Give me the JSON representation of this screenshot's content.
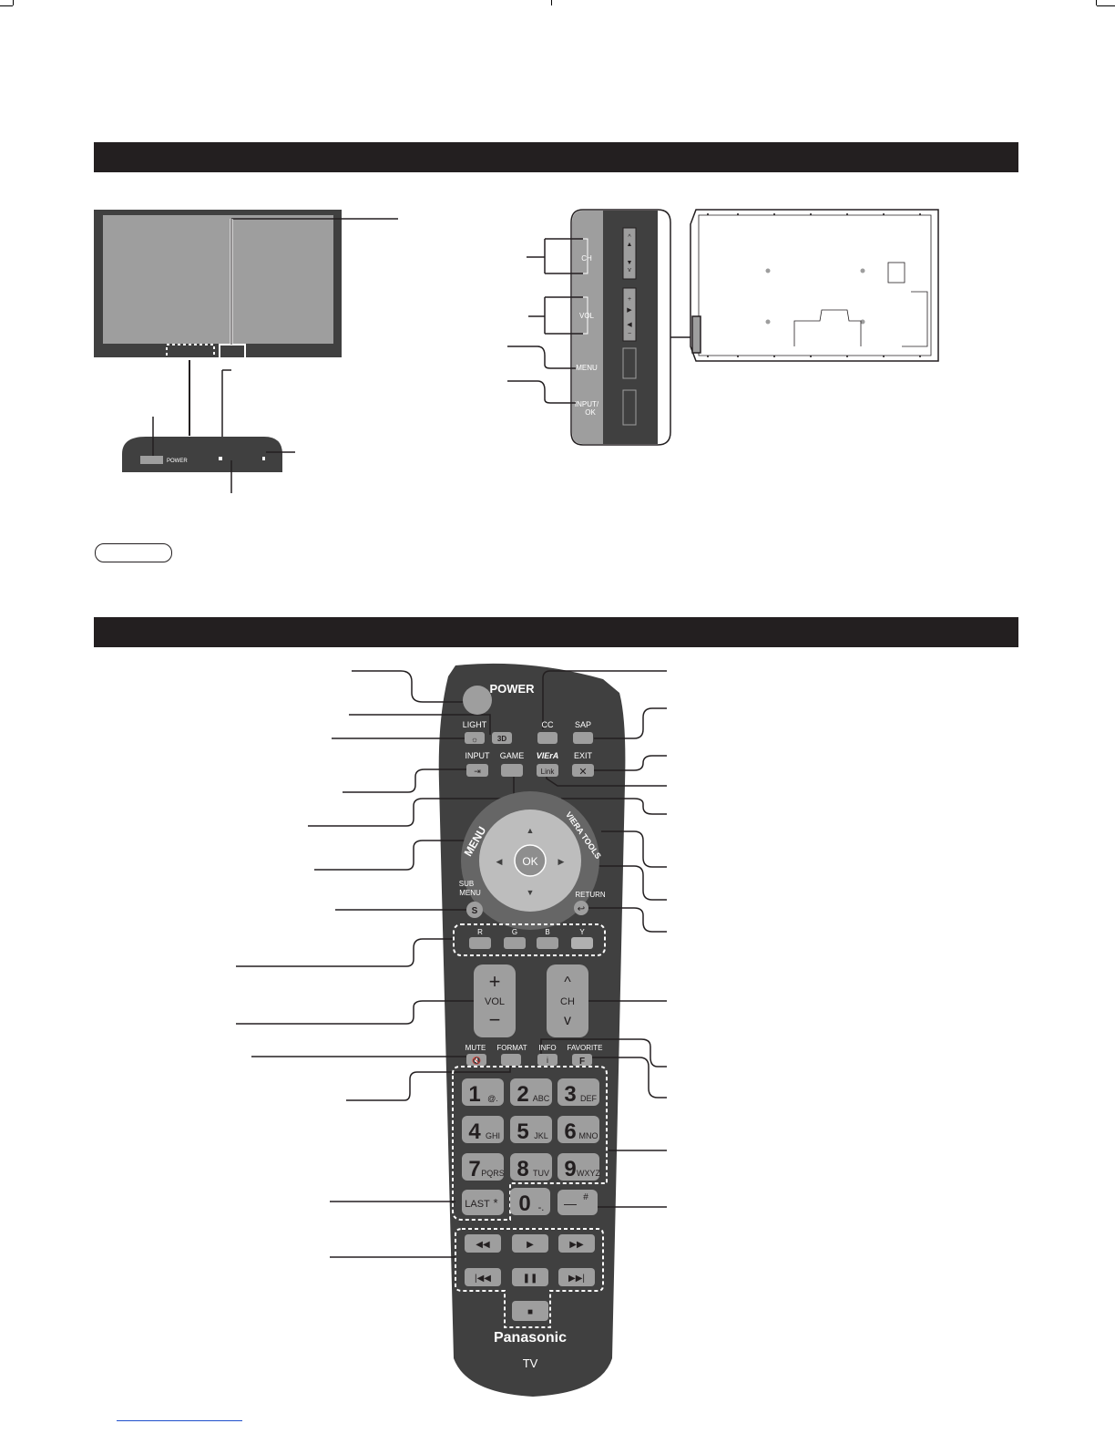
{
  "controls": {
    "ch": "CH",
    "vol": "VOL",
    "menu": "MENU",
    "input_ok_1": "INPUT/",
    "input_ok_2": "OK"
  },
  "tv_front": {
    "power": "POWER"
  },
  "remote": {
    "power": "POWER",
    "light": "LIGHT",
    "three_d": "3D",
    "cc": "CC",
    "sap": "SAP",
    "input": "INPUT",
    "game": "GAME",
    "viera": "VIErA",
    "link": "Link",
    "exit": "EXIT",
    "menu": "MENU",
    "viera_tools": "VIERA TOOLS",
    "ok": "OK",
    "sub_menu_1": "SUB",
    "sub_menu_2": "MENU",
    "s": "S",
    "return": "RETURN",
    "colors": [
      "R",
      "G",
      "B",
      "Y"
    ],
    "vol": "VOL",
    "ch": "CH",
    "mute": "MUTE",
    "format": "FORMAT",
    "info": "INFO",
    "favorite": "FAVORITE",
    "f": "F",
    "keys": [
      {
        "n": "1",
        "s": "@."
      },
      {
        "n": "2",
        "s": "ABC"
      },
      {
        "n": "3",
        "s": "DEF"
      },
      {
        "n": "4",
        "s": "GHI"
      },
      {
        "n": "5",
        "s": "JKL"
      },
      {
        "n": "6",
        "s": "MNO"
      },
      {
        "n": "7",
        "s": "PQRS"
      },
      {
        "n": "8",
        "s": "TUV"
      },
      {
        "n": "9",
        "s": "WXYZ"
      }
    ],
    "last": "LAST",
    "star": "*",
    "zero": "0",
    "zero_sub": "-.",
    "dash": "—",
    "hash": "#",
    "brand": "Panasonic",
    "model": "TV"
  }
}
